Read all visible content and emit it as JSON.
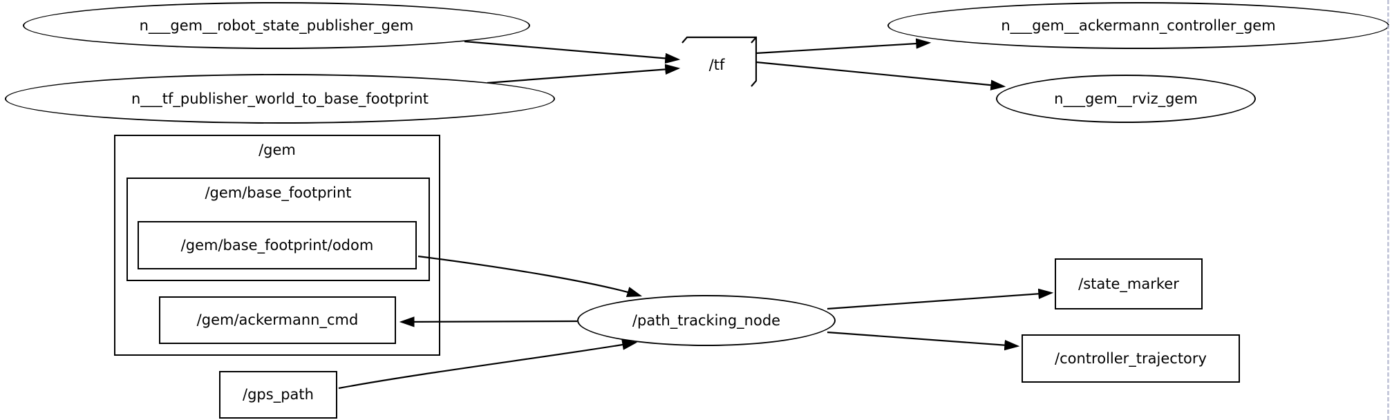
{
  "diagram": {
    "kind": "ros-node-graph",
    "background_color": "#ffffff",
    "stroke_color": "#000000",
    "canvas_dashed_edge_color": "#b4b8d0"
  },
  "nodes": {
    "robot_state_publisher": {
      "label": "n___gem__robot_state_publisher_gem",
      "shape": "ellipse"
    },
    "tf_publisher": {
      "label": "n___tf_publisher_world_to_base_footprint",
      "shape": "ellipse"
    },
    "tf": {
      "label": "/tf",
      "shape": "box3d"
    },
    "ackermann_controller": {
      "label": "n___gem__ackermann_controller_gem",
      "shape": "ellipse"
    },
    "rviz": {
      "label": "n___gem__rviz_gem",
      "shape": "ellipse"
    },
    "path_tracking": {
      "label": "/path_tracking_node",
      "shape": "ellipse"
    },
    "odom": {
      "label": "/gem/base_footprint/odom",
      "shape": "box"
    },
    "ackermann_cmd": {
      "label": "/gem/ackermann_cmd",
      "shape": "box"
    },
    "gps_path": {
      "label": "/gps_path",
      "shape": "box"
    },
    "state_marker": {
      "label": "/state_marker",
      "shape": "box"
    },
    "controller_trajectory": {
      "label": "/controller_trajectory",
      "shape": "box"
    }
  },
  "clusters": {
    "gem": {
      "label": "/gem"
    },
    "base_footprint": {
      "label": "/gem/base_footprint"
    }
  },
  "edges": [
    {
      "from": "n___gem__robot_state_publisher_gem",
      "to": "/tf"
    },
    {
      "from": "n___tf_publisher_world_to_base_footprint",
      "to": "/tf"
    },
    {
      "from": "/tf",
      "to": "n___gem__ackermann_controller_gem"
    },
    {
      "from": "/tf",
      "to": "n___gem__rviz_gem"
    },
    {
      "from": "/gem/base_footprint/odom",
      "to": "/path_tracking_node"
    },
    {
      "from": "/path_tracking_node",
      "to": "/gem/ackermann_cmd"
    },
    {
      "from": "/gps_path",
      "to": "/path_tracking_node"
    },
    {
      "from": "/path_tracking_node",
      "to": "/state_marker"
    },
    {
      "from": "/path_tracking_node",
      "to": "/controller_trajectory"
    }
  ]
}
